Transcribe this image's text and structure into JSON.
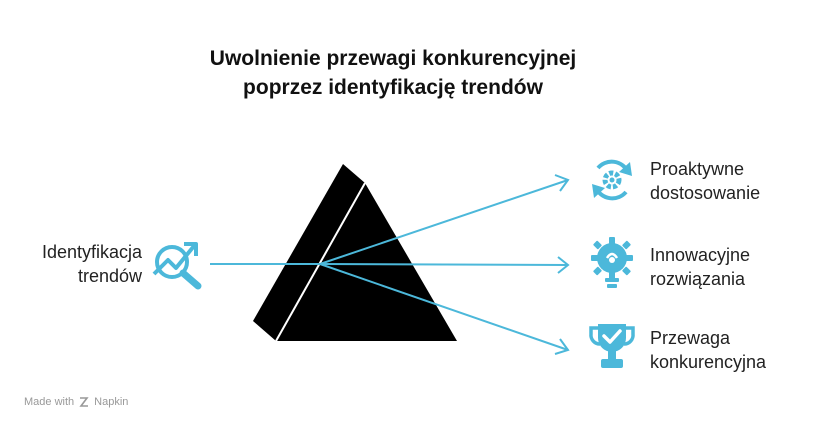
{
  "title": {
    "line1": "Uwolnienie przewagi konkurencyjnej",
    "line2": "poprzez identyfikację trendów"
  },
  "input": {
    "label_line1": "Identyfikacja",
    "label_line2": "trendów",
    "icon": "trend-magnifier-icon"
  },
  "outputs": [
    {
      "label_line1": "Proaktywne",
      "label_line2": "dostosowanie",
      "icon": "gear-cycle-icon"
    },
    {
      "label_line1": "Innowacyjne",
      "label_line2": "rozwiązania",
      "icon": "lightbulb-gear-icon"
    },
    {
      "label_line1": "Przewaga",
      "label_line2": "konkurencyjna",
      "icon": "trophy-check-icon"
    }
  ],
  "watermark": {
    "prefix": "Made with",
    "brand": "Napkin"
  },
  "colors": {
    "accent": "#4cb8da",
    "prism": "#000000",
    "text": "#222222"
  }
}
